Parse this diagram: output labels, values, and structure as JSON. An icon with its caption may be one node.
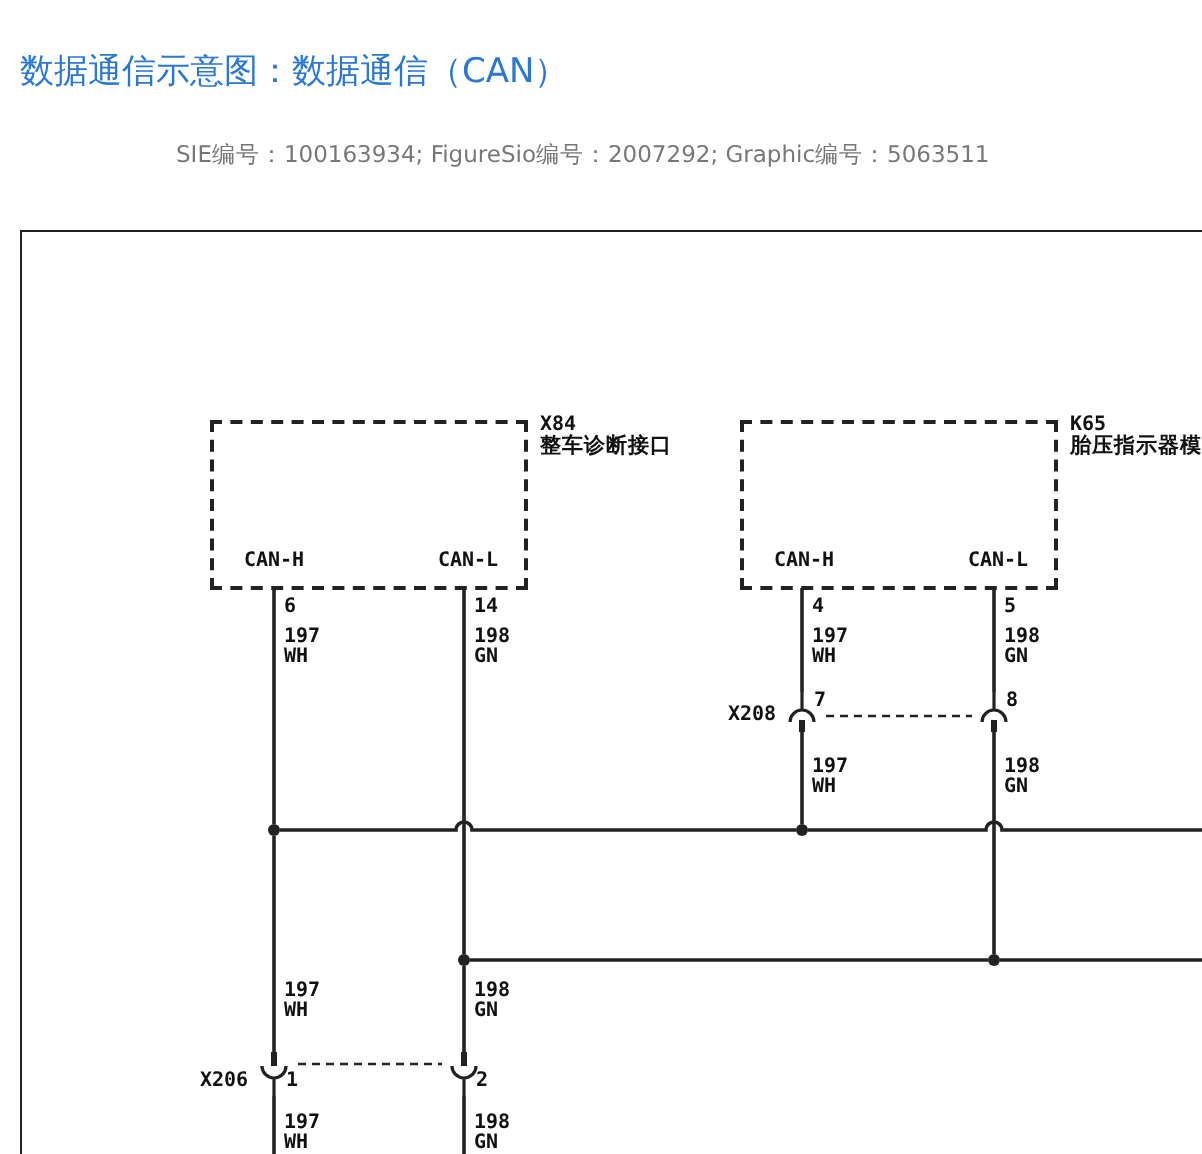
{
  "diagram": {
    "title": "数据通信示意图：数据通信（CAN）",
    "caption": "SIE编号：100163934; FigureSio编号：2007292; Graphic编号：5063511",
    "nodes": [
      {
        "text": [
          "X84",
          "整车诊断接口"
        ]
      },
      {
        "text": [
          "CAN-H"
        ],
        "in": 0,
        "beside": [
          "6"
        ]
      },
      {
        "text": [
          "CAN-L"
        ],
        "in": 0,
        "beside": [
          "14"
        ]
      },
      {
        "text": [
          "K65",
          "胎压指示器模"
        ]
      },
      {
        "text": [
          "CAN-H"
        ],
        "in": 3,
        "beside": [
          "4"
        ]
      },
      {
        "text": [
          "CAN-L"
        ],
        "in": 3,
        "beside": [
          "5"
        ]
      },
      {
        "text": [
          "7"
        ],
        "beside": [
          "X208"
        ]
      },
      {
        "text": [
          "8"
        ]
      },
      {
        "text": [],
        "shape": "circle"
      },
      {
        "text": [],
        "shape": "circle"
      },
      {
        "text": [],
        "shape": "circle"
      },
      {
        "text": [],
        "shape": "circle"
      },
      {
        "text": [
          "1"
        ],
        "beside": [
          "X206"
        ]
      },
      {
        "text": [
          "2"
        ]
      }
    ],
    "edges": [
      {
        "from": 1,
        "to": 8,
        "arrow": "none",
        "label": "197 WH"
      },
      {
        "from": 8,
        "to": 12,
        "arrow": "none",
        "label": "197 WH"
      },
      {
        "from": 4,
        "to": 6,
        "arrow": "none",
        "label": "197 WH"
      },
      {
        "from": 6,
        "to": 9,
        "arrow": "none",
        "label": "197 WH"
      },
      {
        "from": 8,
        "to": 9,
        "arrow": "none"
      },
      {
        "from": 9,
        "to": null,
        "arrow": "none"
      },
      {
        "from": 2,
        "to": 10,
        "arrow": "none",
        "label": "198 GN"
      },
      {
        "from": 10,
        "to": 13,
        "arrow": "none",
        "label": "198 GN"
      },
      {
        "from": 5,
        "to": 7,
        "arrow": "none",
        "label": "198 GN"
      },
      {
        "from": 7,
        "to": 11,
        "arrow": "none",
        "label": "198 GN"
      },
      {
        "from": 10,
        "to": 11,
        "arrow": "none"
      },
      {
        "from": 11,
        "to": null,
        "arrow": "none"
      },
      {
        "from": 6,
        "to": 7,
        "arrow": "none",
        "style": "dashed"
      },
      {
        "from": 12,
        "to": 13,
        "arrow": "none",
        "style": "dashed"
      },
      {
        "from": 12,
        "to": null,
        "arrow": "none",
        "label": "197 WH"
      },
      {
        "from": 13,
        "to": null,
        "arrow": "none",
        "label": "198 GN"
      }
    ]
  }
}
